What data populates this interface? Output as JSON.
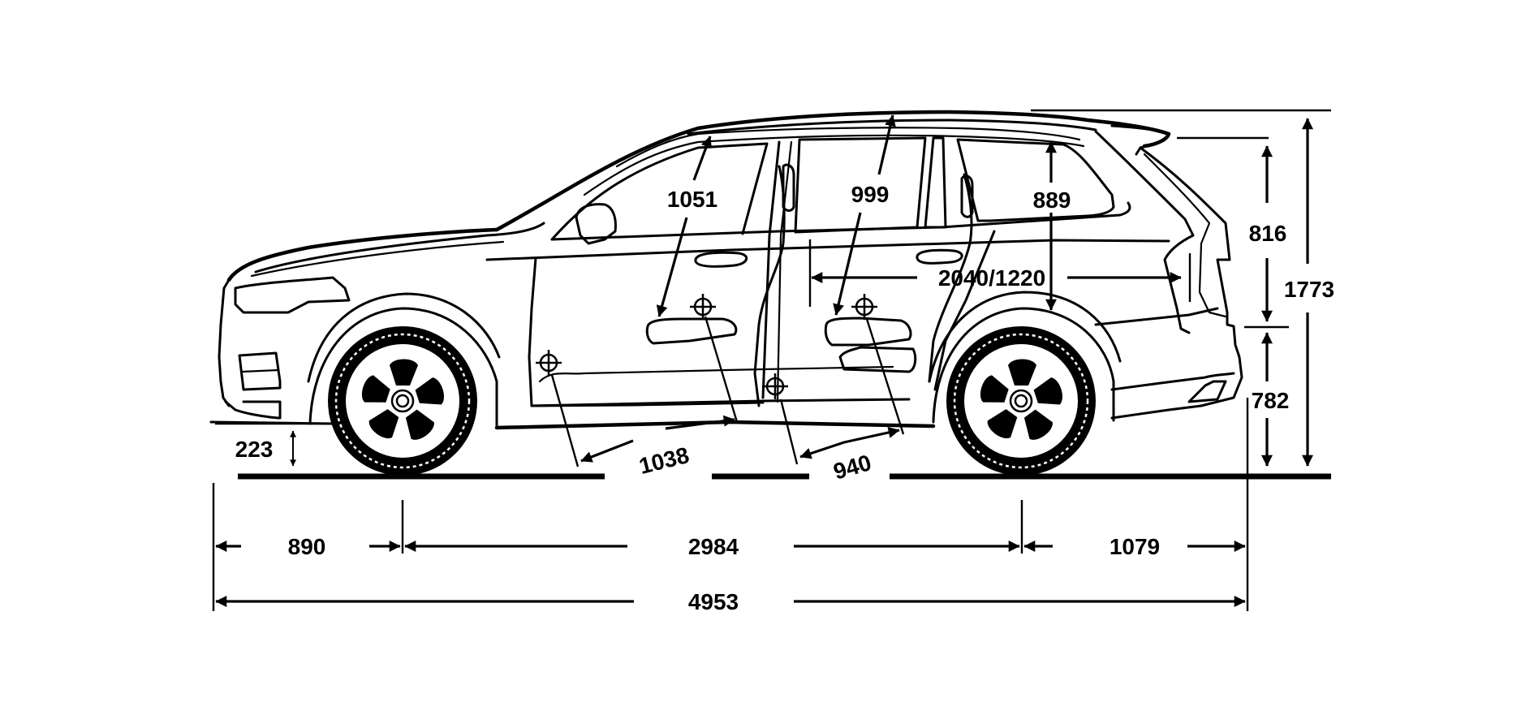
{
  "diagram": {
    "title": "",
    "subject": "SUV side-view dimension drawing",
    "units": "mm",
    "line_color": "#000000",
    "background": "#ffffff",
    "dimensions": {
      "front_overhang": "890",
      "wheelbase": "2984",
      "rear_overhang": "1079",
      "overall_length": "4953",
      "overall_height": "1773",
      "upper_rear_height": "816",
      "rear_lower_height": "782",
      "ground_clearance": "223",
      "front_headroom": "1051",
      "second_row_headroom": "999",
      "third_row_headroom": "889",
      "cargo_length": "2040/1220",
      "front_legroom": "1038",
      "second_row_legroom": "940"
    },
    "markers": {
      "seat_reference_points": 4
    }
  }
}
